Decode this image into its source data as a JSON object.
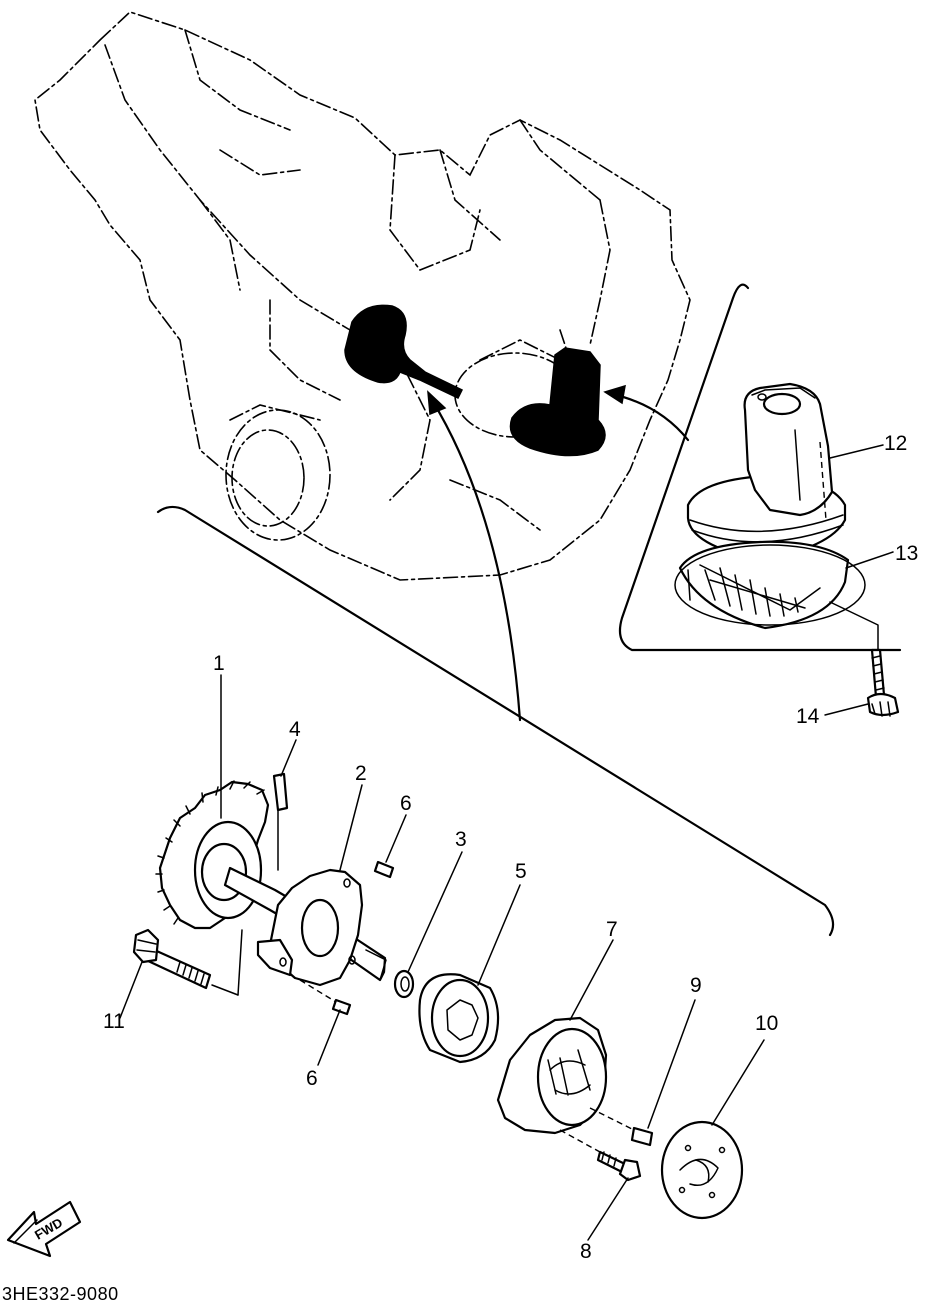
{
  "diagram_code": "3HE332-9080",
  "fwd_label": "FWD",
  "callouts": [
    {
      "id": "c1",
      "label": "1"
    },
    {
      "id": "c2",
      "label": "2"
    },
    {
      "id": "c3",
      "label": "3"
    },
    {
      "id": "c4",
      "label": "4"
    },
    {
      "id": "c5",
      "label": "5"
    },
    {
      "id": "c6a",
      "label": "6"
    },
    {
      "id": "c6b",
      "label": "6"
    },
    {
      "id": "c7",
      "label": "7"
    },
    {
      "id": "c8",
      "label": "8"
    },
    {
      "id": "c9",
      "label": "9"
    },
    {
      "id": "c10",
      "label": "10"
    },
    {
      "id": "c11",
      "label": "11"
    },
    {
      "id": "c12",
      "label": "12"
    },
    {
      "id": "c13",
      "label": "13"
    },
    {
      "id": "c14",
      "label": "14"
    }
  ]
}
